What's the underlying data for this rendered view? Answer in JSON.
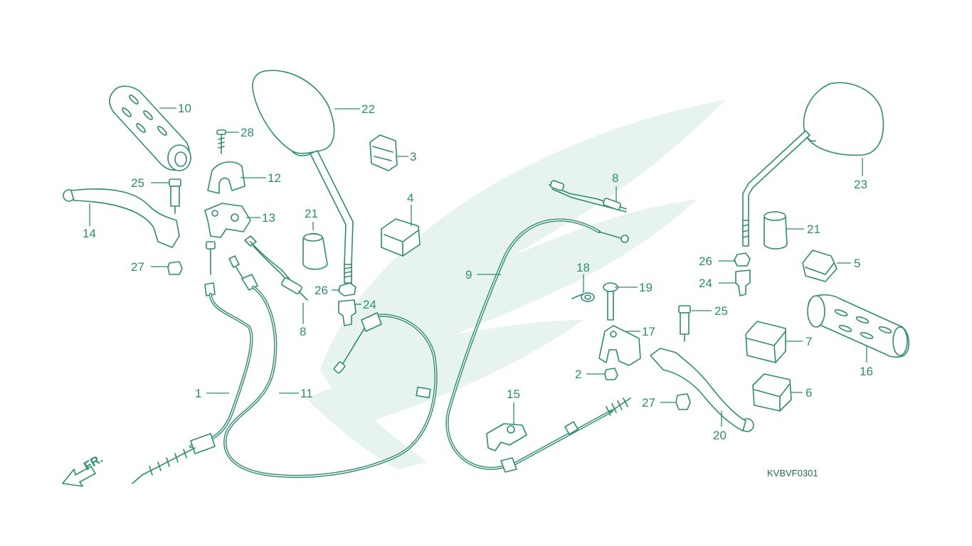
{
  "diagram": {
    "code": "KVBVF0301",
    "front_label": "FR.",
    "color": "#2e8b70",
    "watermark_color": "#e6f3ee"
  },
  "callouts": [
    "1",
    "2",
    "3",
    "4",
    "5",
    "6",
    "7",
    "8",
    "8",
    "9",
    "10",
    "11",
    "12",
    "13",
    "14",
    "15",
    "16",
    "17",
    "18",
    "19",
    "20",
    "21",
    "21",
    "22",
    "23",
    "24",
    "24",
    "25",
    "25",
    "26",
    "26",
    "27",
    "27",
    "28"
  ]
}
